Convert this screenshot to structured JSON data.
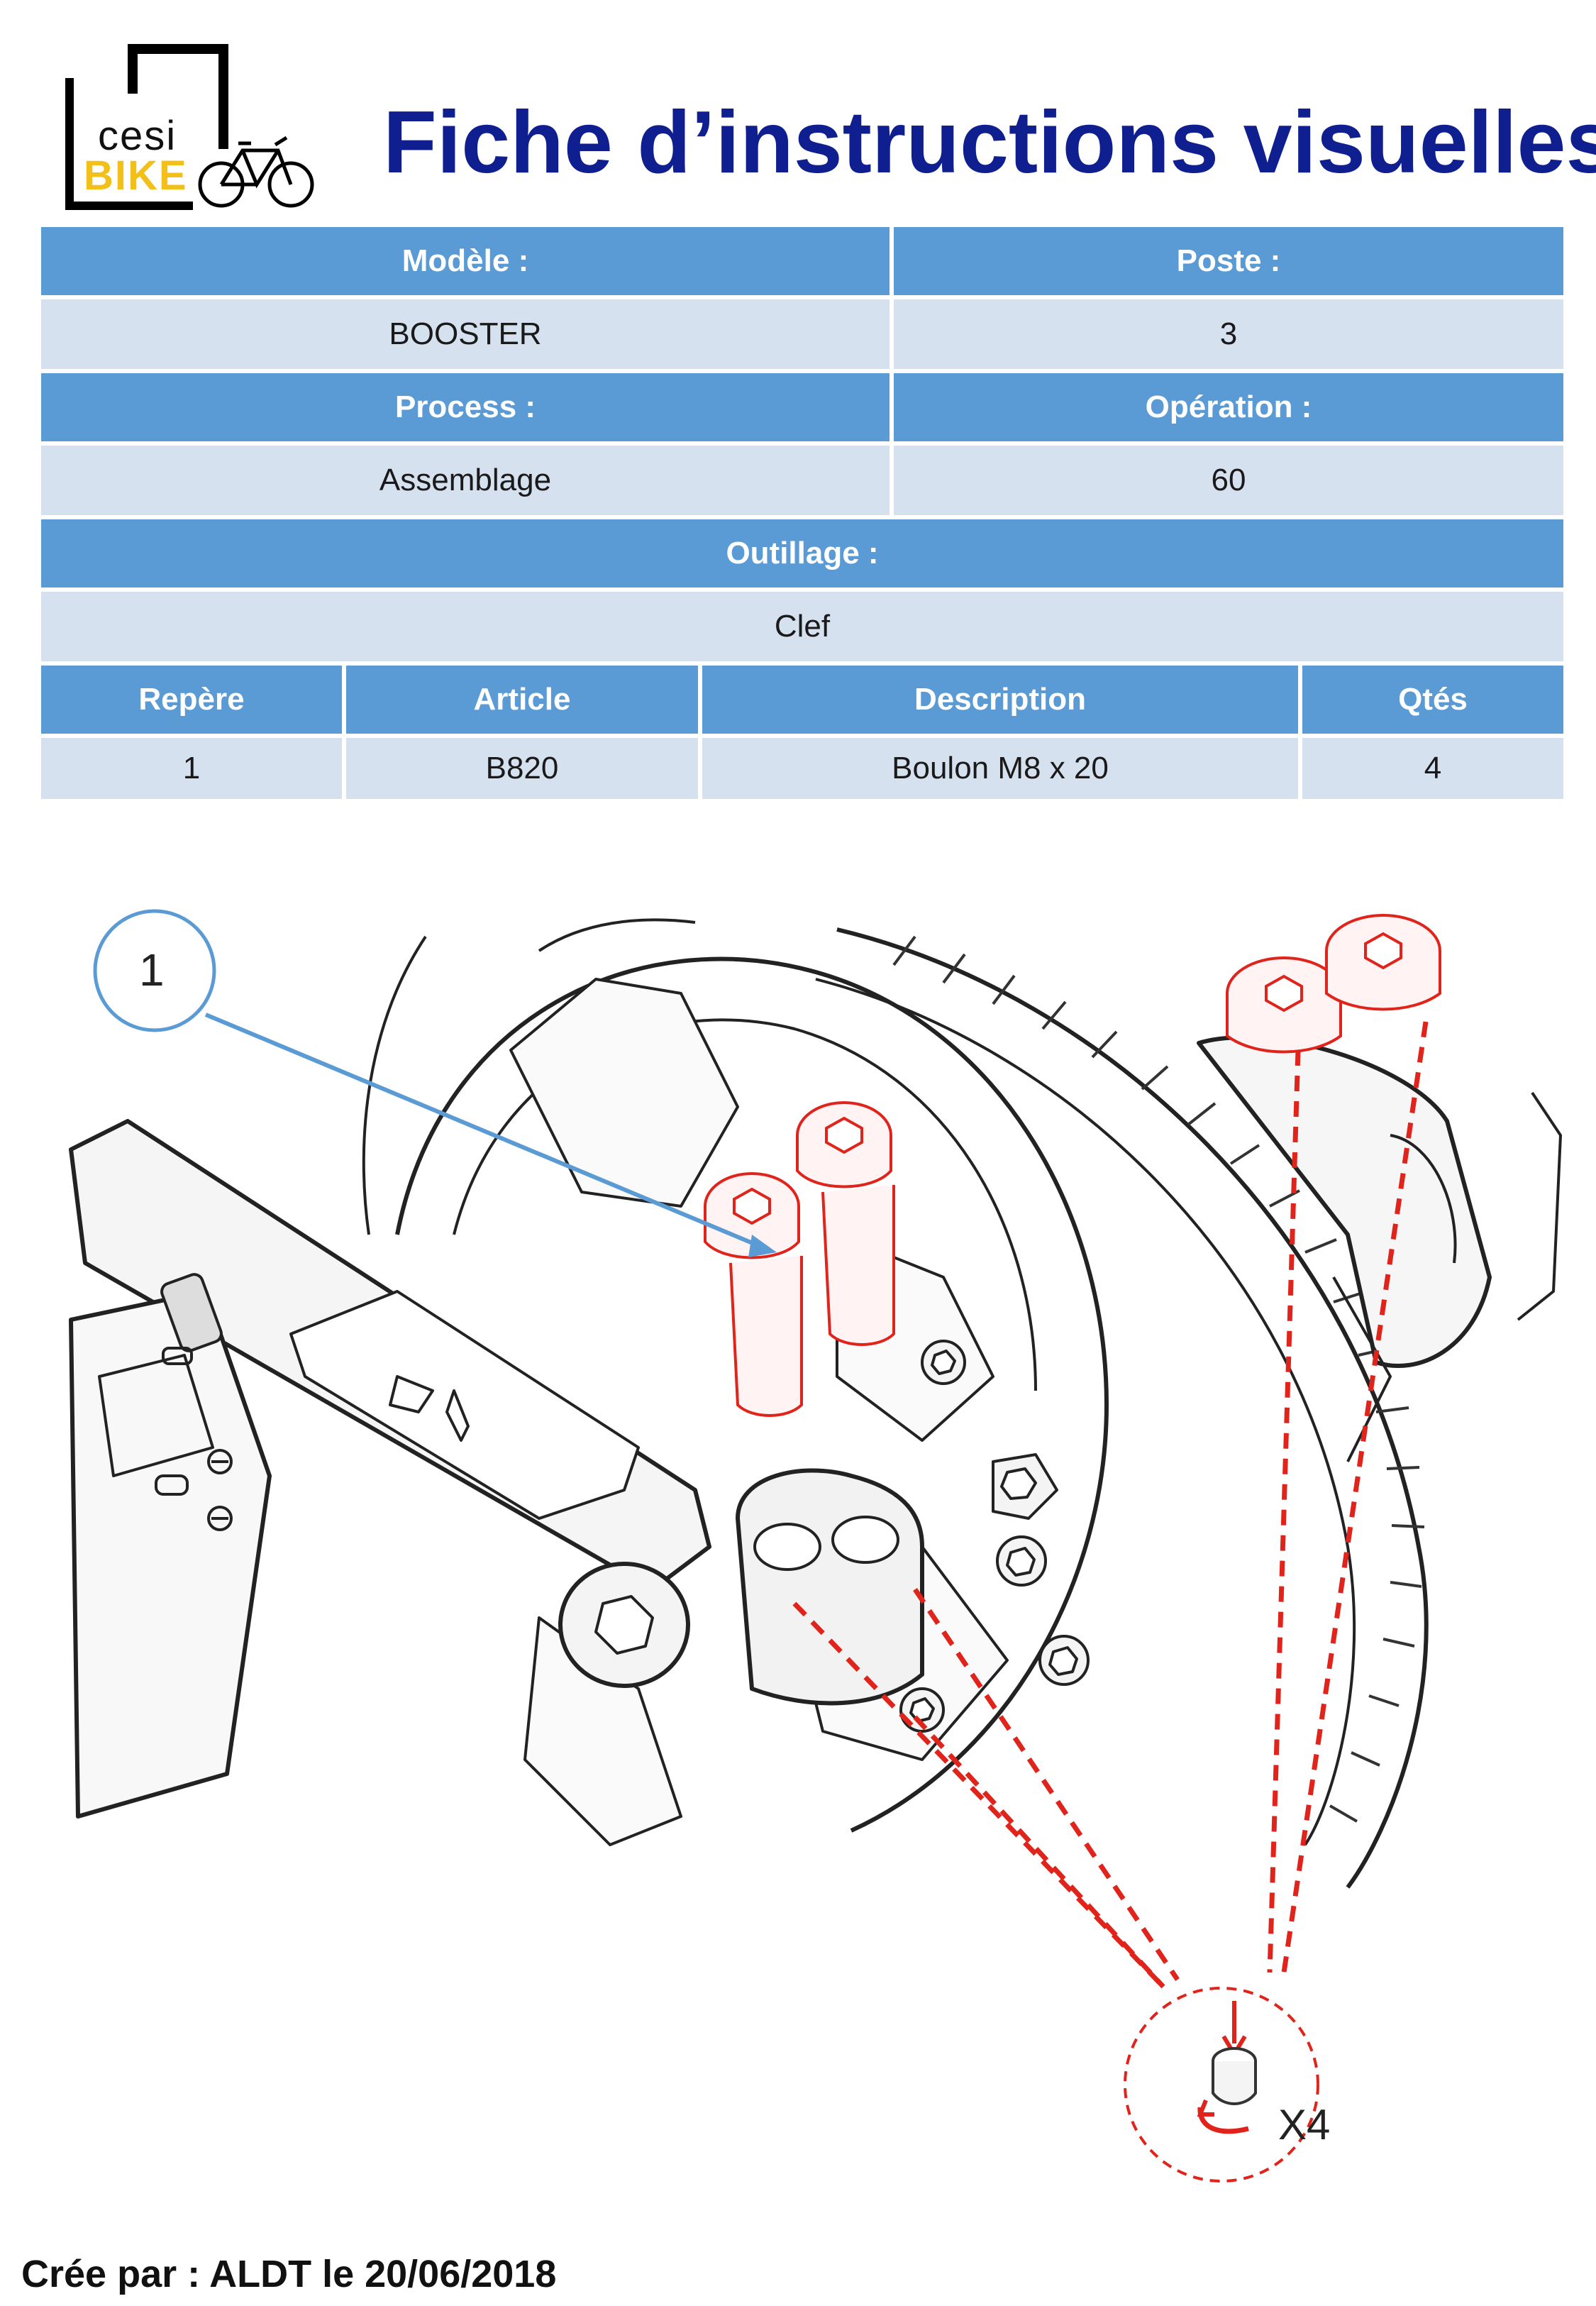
{
  "logo": {
    "line1": "cesi",
    "line2": "BIKE"
  },
  "title": "Fiche d’instructions visuelles",
  "info": {
    "modele_label": "Modèle :",
    "poste_label": "Poste :",
    "modele_value": "BOOSTER",
    "poste_value": "3",
    "process_label": "Process :",
    "operation_label": "Opération :",
    "process_value": "Assemblage",
    "operation_value": "60",
    "outillage_label": "Outillage :",
    "outillage_value": "Clef"
  },
  "parts": {
    "headers": [
      "Repère",
      "Article",
      "Description",
      "Qtés"
    ],
    "rows": [
      [
        "1",
        "B820",
        "Boulon M8 x 20",
        "4"
      ]
    ]
  },
  "drawing": {
    "callout_number": "1",
    "quantity_label": "X4"
  },
  "footer": "Crée par : ALDT le 20/06/2018",
  "colors": {
    "header_bg": "#5b9bd5",
    "value_bg": "#d6e1f0",
    "title": "#0f1f8f",
    "bolt_red": "#e0241b",
    "callout_blue": "#5b9bd5"
  }
}
